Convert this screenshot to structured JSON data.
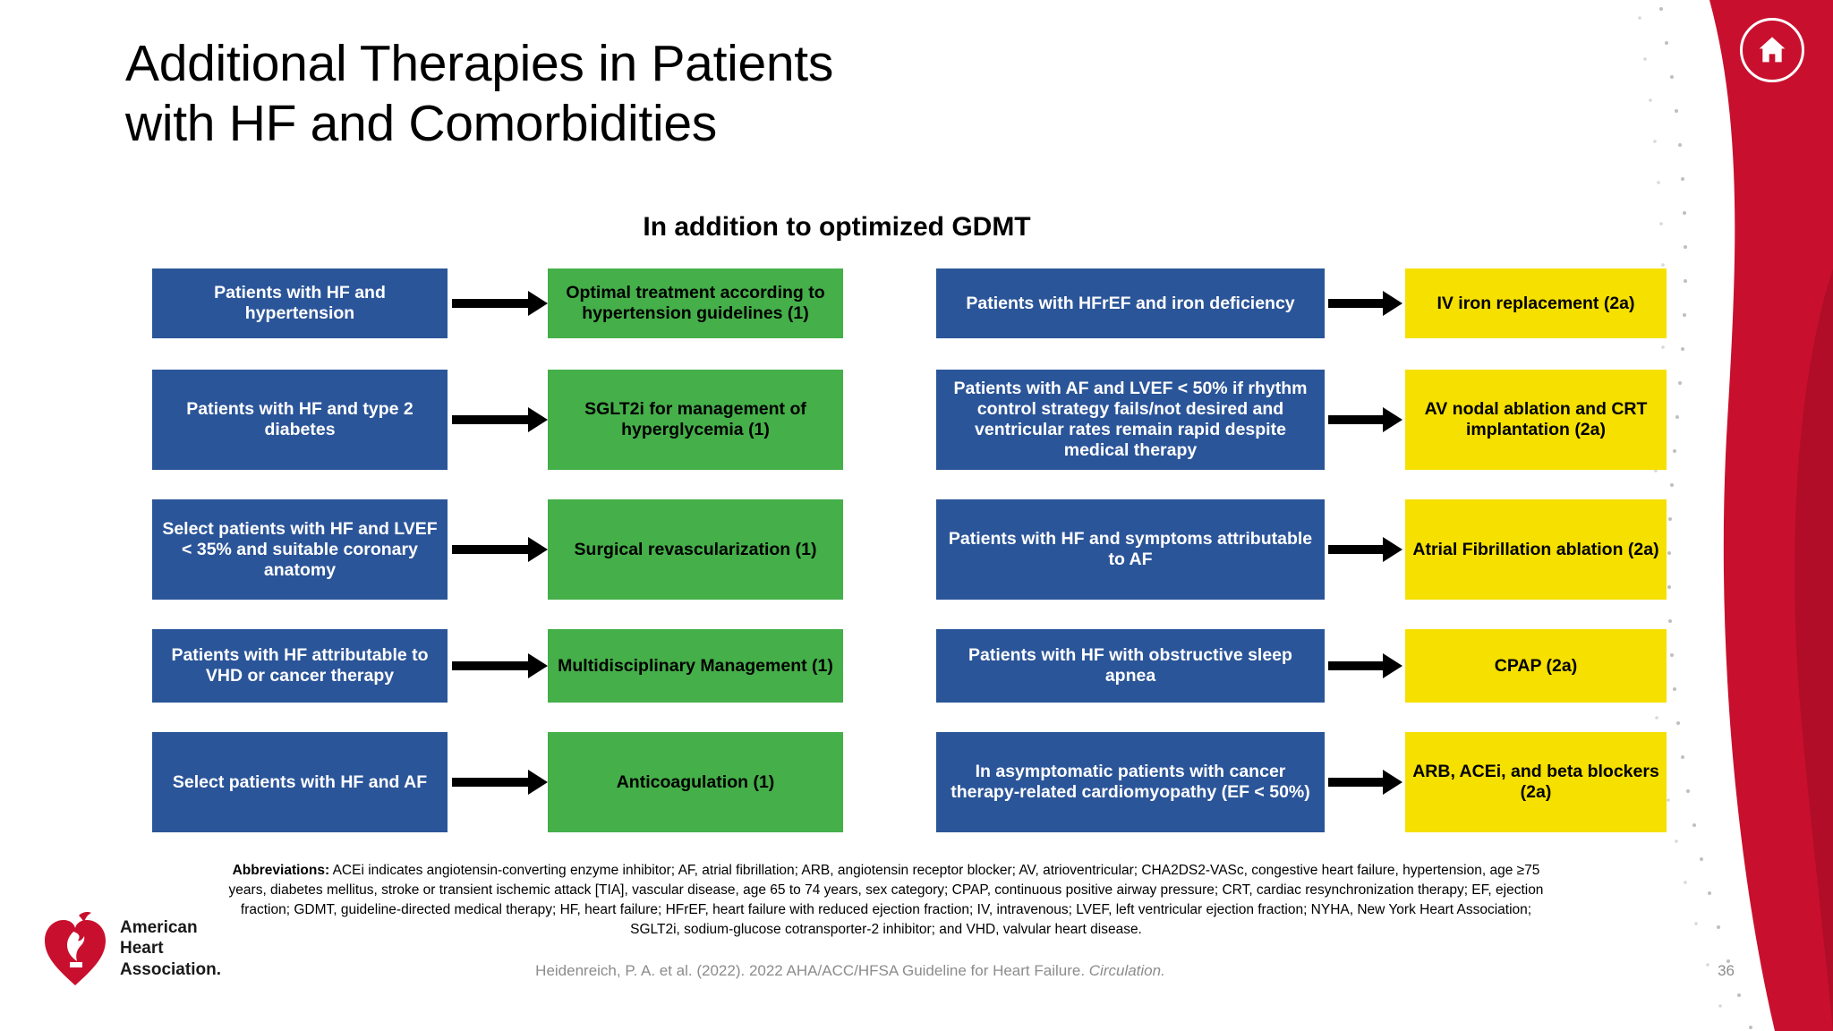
{
  "slide": {
    "title_line1": "Additional Therapies in Patients",
    "title_line2": "with HF and Comorbidities",
    "subheading": "In addition to optimized GDMT",
    "page_number": "36",
    "citation_text": "Heidenreich, P. A. et al. (2022). 2022 AHA/ACC/HFSA Guideline for Heart Failure. ",
    "citation_italic": "Circulation."
  },
  "colors": {
    "blue": "#2B5599",
    "green": "#45AF49",
    "yellow": "#F5E000",
    "aha_red": "#C8102E",
    "footer_gray": "#8C8C8C"
  },
  "icons": {
    "home": "home-icon",
    "aha_heart_torch": "aha-heart-torch-icon"
  },
  "logo": {
    "line1": "American",
    "line2": "Heart",
    "line3": "Association."
  },
  "flow": {
    "left_group": [
      {
        "condition": "Patients with HF and hypertension",
        "therapy": "Optimal treatment according to hypertension guidelines (1)"
      },
      {
        "condition": "Patients with HF and type 2 diabetes",
        "therapy": "SGLT2i for management of hyperglycemia (1)"
      },
      {
        "condition": "Select patients with HF and LVEF < 35% and suitable coronary anatomy",
        "therapy": "Surgical revascularization (1)"
      },
      {
        "condition": "Patients with HF attributable to VHD or cancer therapy",
        "therapy": "Multidisciplinary Management (1)"
      },
      {
        "condition": "Select patients with HF and AF",
        "therapy": "Anticoagulation (1)"
      }
    ],
    "right_group": [
      {
        "condition": "Patients with HFrEF and iron deficiency",
        "therapy": "IV iron replacement (2a)"
      },
      {
        "condition": "Patients with AF and LVEF < 50% if rhythm control strategy fails/not desired and ventricular rates remain rapid despite medical therapy",
        "therapy": "AV nodal ablation and CRT implantation (2a)"
      },
      {
        "condition": "Patients with HF and symptoms attributable to AF",
        "therapy": "Atrial Fibrillation ablation (2a)"
      },
      {
        "condition": "Patients with HF with obstructive sleep apnea",
        "therapy": "CPAP (2a)"
      },
      {
        "condition": "In asymptomatic patients with cancer therapy-related cardiomyopathy (EF < 50%)",
        "therapy": "ARB, ACEi, and beta blockers (2a)"
      }
    ]
  },
  "abbreviations": {
    "label": "Abbreviations:",
    "text": " ACEi indicates angiotensin-converting enzyme inhibitor; AF, atrial fibrillation; ARB, angiotensin receptor blocker; AV, atrioventricular; CHA2DS2-VASc, congestive heart failure, hypertension, age ≥75 years, diabetes mellitus, stroke or transient ischemic attack [TIA], vascular disease, age 65 to 74 years, sex category; CPAP, continuous positive airway pressure; CRT, cardiac resynchronization therapy; EF, ejection fraction; GDMT, guideline-directed medical therapy; HF, heart failure; HFrEF, heart failure with reduced ejection fraction; IV, intravenous; LVEF, left ventricular ejection fraction; NYHA, New York Heart Association; SGLT2i, sodium-glucose cotransporter-2 inhibitor; and VHD, valvular heart disease."
  }
}
